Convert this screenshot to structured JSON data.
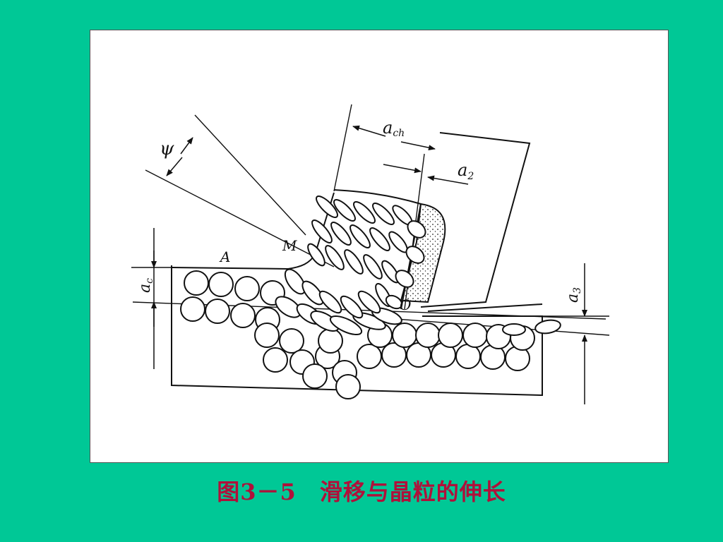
{
  "colors": {
    "background": "#00C896",
    "panel": "#ffffff",
    "ink": "#111111",
    "caption": "#B0103A"
  },
  "diagram": {
    "labels": {
      "psi": "ψ",
      "a_ch_main": "a",
      "a_ch_sub": "ch",
      "a2_main": "a",
      "a2_sub": "2",
      "M": "M",
      "A": "A",
      "ac_main": "a",
      "ac_sub": "c",
      "O": "O",
      "a3_main": "a",
      "a3_sub": "3"
    }
  },
  "caption": "图3－5　滑移与晶粒的伸长"
}
